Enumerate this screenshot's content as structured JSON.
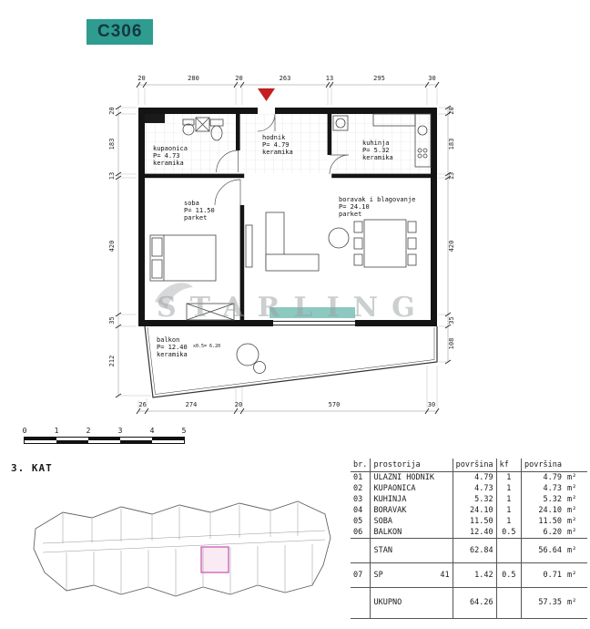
{
  "unit": {
    "label": "C306"
  },
  "floor": {
    "label": "3. KAT"
  },
  "watermark": {
    "text": "STARLING"
  },
  "colors": {
    "teal": "#2E9C8E",
    "badge_text": "#163742",
    "red": "#C41E1E",
    "magenta": "#C94FB2"
  },
  "scalebar": {
    "labels": [
      "0",
      "1",
      "2",
      "3",
      "4",
      "5"
    ]
  },
  "plan": {
    "dims": {
      "top": [
        "20",
        "280",
        "20",
        "263",
        "13",
        "295",
        "30"
      ],
      "left": [
        "20",
        "183",
        "13",
        "420",
        "35",
        "212"
      ],
      "right": [
        "20",
        "183",
        "13",
        "420",
        "35",
        "108"
      ],
      "bottom": [
        "26",
        "274",
        "20",
        "570",
        "30"
      ]
    },
    "rooms": {
      "kupaonica": {
        "name": "kupaonica",
        "area": "P= 4.73",
        "floor": "keramika"
      },
      "hodnik": {
        "name": "hodnik",
        "area": "P= 4.79",
        "floor": "keramika"
      },
      "kuhinja": {
        "name": "kuhinja",
        "area": "P= 5.32",
        "floor": "keramika"
      },
      "soba": {
        "name": "soba",
        "area": "P= 11.50",
        "floor": "parket"
      },
      "boravak": {
        "name": "boravak i blagovanje",
        "area": "P= 24.10",
        "floor": "parket"
      },
      "balkon": {
        "name": "balkon",
        "area": "P= 12.40",
        "note": "x0.5= 6.20",
        "floor": "keramika"
      }
    }
  },
  "table": {
    "headers": {
      "br": "br.",
      "name": "prostorija",
      "area": "površina",
      "kf": "kf",
      "result": "površina"
    },
    "rows": [
      {
        "br": "01",
        "name": "ULAZNI HODNIK",
        "area": "4.79",
        "kf": "1",
        "result": "4.79",
        "unit": "m²"
      },
      {
        "br": "02",
        "name": "KUPAONICA",
        "area": "4.73",
        "kf": "1",
        "result": "4.73",
        "unit": "m²"
      },
      {
        "br": "03",
        "name": "KUHINJA",
        "area": "5.32",
        "kf": "1",
        "result": "5.32",
        "unit": "m²"
      },
      {
        "br": "04",
        "name": "BORAVAK",
        "area": "24.10",
        "kf": "1",
        "result": "24.10",
        "unit": "m²"
      },
      {
        "br": "05",
        "name": "SOBA",
        "area": "11.50",
        "kf": "1",
        "result": "11.50",
        "unit": "m²"
      },
      {
        "br": "06",
        "name": "BALKON",
        "area": "12.40",
        "kf": "0.5",
        "result": "6.20",
        "unit": "m²"
      }
    ],
    "stan": {
      "name": "STAN",
      "area": "62.84",
      "result": "56.64",
      "unit": "m²"
    },
    "sp": {
      "br": "07",
      "name": "SP",
      "num": "41",
      "area": "1.42",
      "kf": "0.5",
      "result": "0.71",
      "unit": "m²"
    },
    "ukupno": {
      "name": "UKUPNO",
      "area": "64.26",
      "result": "57.35",
      "unit": "m²"
    }
  }
}
